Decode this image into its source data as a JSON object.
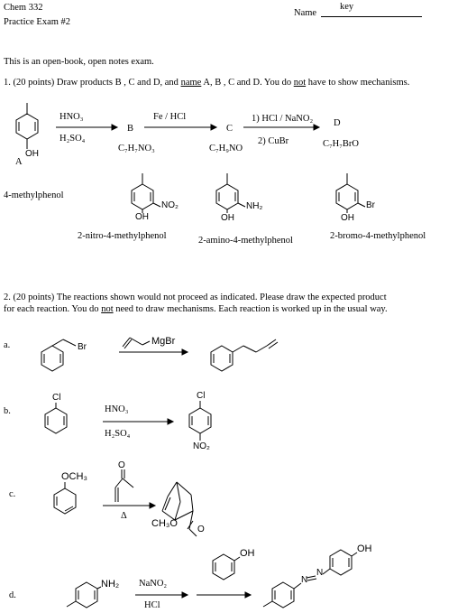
{
  "header": {
    "course": "Chem 332",
    "exam": "Practice Exam #2",
    "name_label": "Name",
    "name_value": "key"
  },
  "intro": "This is an open-book, open notes exam.",
  "q1": {
    "text_a": "1.  (20 points) Draw products B , C and D, and ",
    "text_name": "name",
    "text_b": " A, B , C and D.  You do ",
    "text_not": "not",
    "text_c": " have to show mechanisms.",
    "reagent1_top": "HNO₃",
    "reagent1_bottom": "H₂SO₄",
    "label_b": "B",
    "formula_b": "C₇H₇NO₃",
    "reagent2_top": "Fe / HCl",
    "label_c": "C",
    "formula_c": "C₇H₉NO",
    "reagent3_top": "1) HCl / NaNO₂",
    "reagent3_bottom": "2) CuBr",
    "label_d": "D",
    "formula_d": "C₇H₇BrO",
    "label_a": "A",
    "oh_a": "OH",
    "name_a": "4-methylphenol",
    "name_b": "2-nitro-4-methylphenol",
    "name_c": "2-amino-4-methylphenol",
    "name_d": "2-bromo-4-methylphenol",
    "no2": "NO₂",
    "nh2": "NH₂",
    "br": "Br",
    "oh": "OH"
  },
  "q2": {
    "text_line1": "2.  (20 points)  The reactions shown would not proceed as indicated.  Please draw the expected product",
    "text_line2a": "for each reaction.  You do ",
    "text_not": "not",
    "text_line2b": " need to draw mechanisms.  Each reaction is worked up in the usual way.",
    "a_label": "a.",
    "a_br": "Br",
    "a_reagent": "MgBr",
    "b_label": "b.",
    "b_cl": "Cl",
    "b_reagent_top": "HNO₃",
    "b_reagent_bottom": "H₂SO₄",
    "b_prod_cl": "Cl",
    "b_prod_no2": "NO₂",
    "c_label": "c.",
    "c_och3": "OCH₃",
    "c_o": "O",
    "c_delta": "Δ",
    "c_prod_och3": "CH₃O",
    "c_prod_o": "O",
    "d_label": "d.",
    "d_nh2": "NH₂",
    "d_reagent_top": "NaNO₂",
    "d_reagent_bottom": "HCl",
    "d_phenol_oh": "OH",
    "d_prod_oh": "OH",
    "d_n1": "N",
    "d_n2": "N"
  }
}
